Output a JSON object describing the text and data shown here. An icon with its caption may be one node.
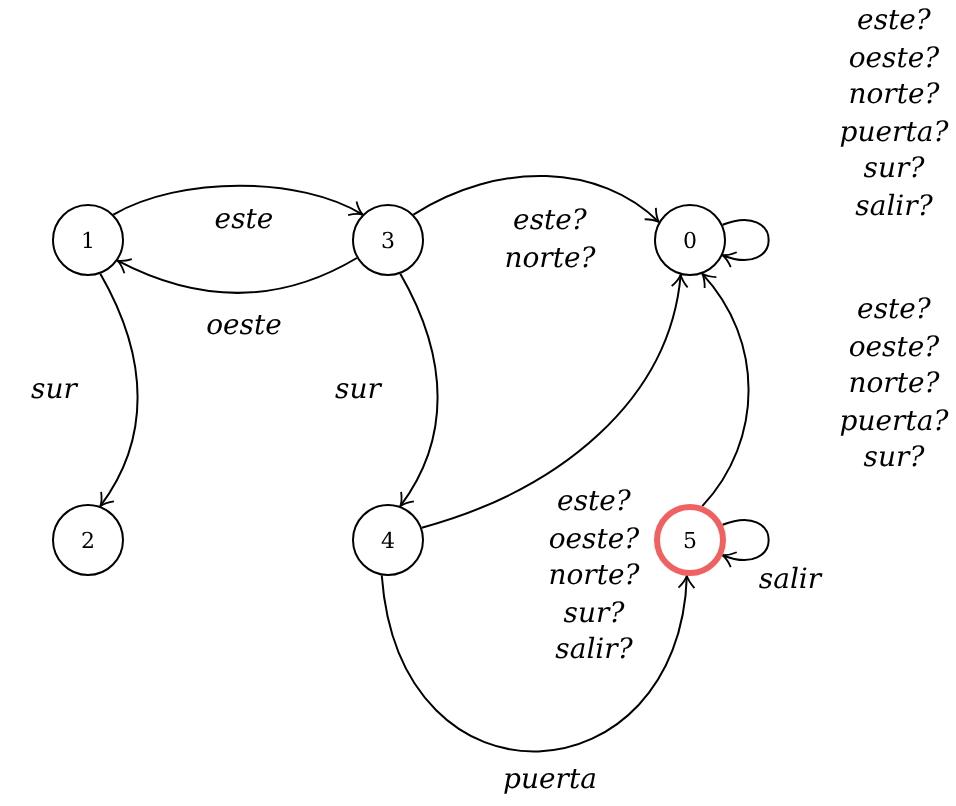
{
  "diagram": {
    "nodes": [
      {
        "text": [
          "1"
        ]
      },
      {
        "text": [
          "3"
        ]
      },
      {
        "text": [
          "0"
        ]
      },
      {
        "text": [
          "2"
        ]
      },
      {
        "text": [
          "4"
        ]
      },
      {
        "text": [
          "5"
        ]
      }
    ],
    "edges": [
      {
        "from": 0,
        "to": 1,
        "arrow": "to",
        "label": "este"
      },
      {
        "from": 1,
        "to": 0,
        "arrow": "to",
        "label": "oeste"
      },
      {
        "from": 0,
        "to": 3,
        "arrow": "to",
        "label": "sur"
      },
      {
        "from": 1,
        "to": 4,
        "arrow": "to",
        "label": "sur"
      },
      {
        "from": 1,
        "to": 2,
        "arrow": "to",
        "label": "este? norte?"
      },
      {
        "from": 2,
        "to": 2,
        "arrow": "to",
        "label": "este? oeste? norte? puerta? sur? salir?"
      },
      {
        "from": 4,
        "to": 2,
        "arrow": "to",
        "label": "este? oeste? norte? sur? salir?"
      },
      {
        "from": 4,
        "to": 5,
        "arrow": "to",
        "label": "puerta"
      },
      {
        "from": 5,
        "to": 2,
        "arrow": "to",
        "label": "este? oeste? norte? puerta? sur?"
      },
      {
        "from": 5,
        "to": 5,
        "arrow": "to",
        "label": "salir"
      }
    ]
  }
}
